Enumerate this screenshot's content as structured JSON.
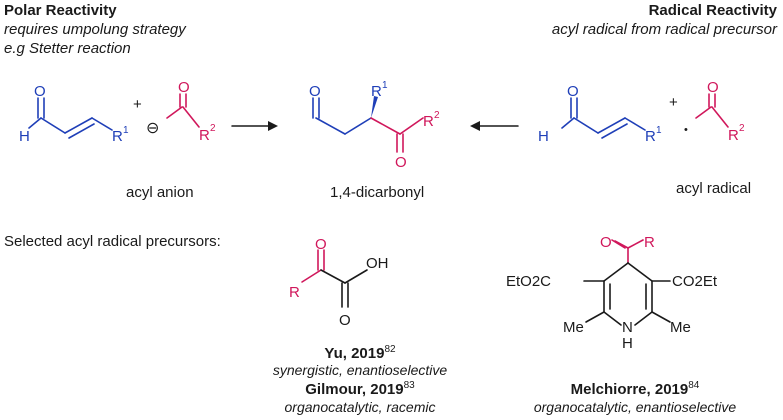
{
  "colors": {
    "blue": "#1f3fb8",
    "pink": "#d0175b",
    "black": "#1a1a1a"
  },
  "polar": {
    "title": "Polar Reactivity",
    "line1": "requires umpolung strategy",
    "line2": "e.g Stetter reaction"
  },
  "radical": {
    "title": "Radical Reactivity",
    "line1": "acyl radical from radical precursor"
  },
  "labels": {
    "acyl_anion": "acyl anion",
    "product": "1,4-dicarbonyl",
    "acyl_radical": "acyl radical",
    "precursors": "Selected acyl radical precursors:"
  },
  "atoms": {
    "O": "O",
    "H": "H",
    "R": "R",
    "R1": "1",
    "R2": "2",
    "N": "N",
    "Me": "Me",
    "OH": "OH",
    "EtO2C": "EtO2C",
    "CO2Et": "CO2Et",
    "minus": "⊖",
    "plus": "+",
    "dot": "•"
  },
  "refs": {
    "yu": {
      "name": "Yu, 2019",
      "sup": "82",
      "desc": "synergistic, enantioselective"
    },
    "gilmour": {
      "name": "Gilmour, 2019",
      "sup": "83",
      "desc": "organocatalytic, racemic"
    },
    "melchiorre": {
      "name": "Melchiorre, 2019",
      "sup": "84",
      "desc": "organocatalytic, enantioselective"
    }
  }
}
